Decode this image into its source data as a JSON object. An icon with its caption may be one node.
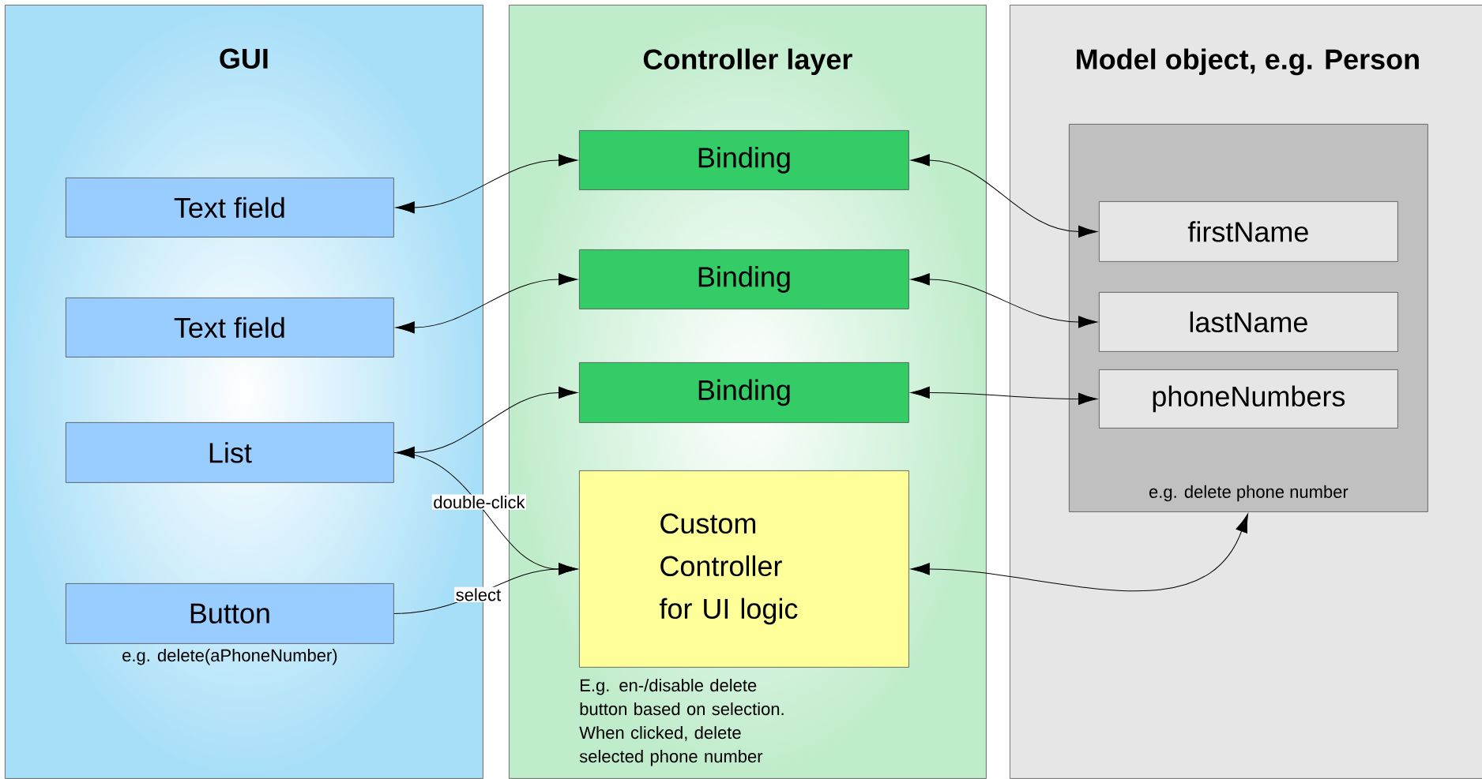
{
  "diagram": {
    "nodes": [
      {
        "text": [
          "GUI"
        ]
      },
      {
        "text": [
          "Text field"
        ],
        "in": 0
      },
      {
        "text": [
          "Text field"
        ],
        "in": 0
      },
      {
        "text": [
          "List"
        ],
        "in": 0
      },
      {
        "text": [
          "Button"
        ],
        "in": 0,
        "beside": [
          "e.g. delete(aPhoneNumber)"
        ]
      },
      {
        "text": [
          "Controller layer"
        ]
      },
      {
        "text": [
          "Binding"
        ],
        "in": 5
      },
      {
        "text": [
          "Binding"
        ],
        "in": 5
      },
      {
        "text": [
          "Binding"
        ],
        "in": 5
      },
      {
        "text": [
          "Custom Controller for UI logic"
        ],
        "in": 5,
        "beside": [
          "E.g. en-/disable delete button based on selection. When clicked, delete selected phone number"
        ]
      },
      {
        "text": [
          "Model object, e.g. Person"
        ]
      },
      {
        "text": [
          "e.g. delete phone number"
        ],
        "in": 10
      },
      {
        "text": [
          "firstName"
        ],
        "in": 11
      },
      {
        "text": [
          "lastName"
        ],
        "in": 11
      },
      {
        "text": [
          "phoneNumbers"
        ],
        "in": 11
      }
    ],
    "edges": [
      {
        "from": 6,
        "to": 1,
        "arrow": "both"
      },
      {
        "from": 7,
        "to": 2,
        "arrow": "both"
      },
      {
        "from": 8,
        "to": 3,
        "arrow": "both"
      },
      {
        "from": 6,
        "to": 12,
        "arrow": "both"
      },
      {
        "from": 7,
        "to": 13,
        "arrow": "both"
      },
      {
        "from": 8,
        "to": 14,
        "arrow": "both"
      },
      {
        "from": 3,
        "to": 9,
        "arrow": "to",
        "label": "double-click"
      },
      {
        "from": 4,
        "to": 9,
        "arrow": "to",
        "label": "select"
      },
      {
        "from": 9,
        "to": 11,
        "arrow": "both"
      }
    ]
  }
}
